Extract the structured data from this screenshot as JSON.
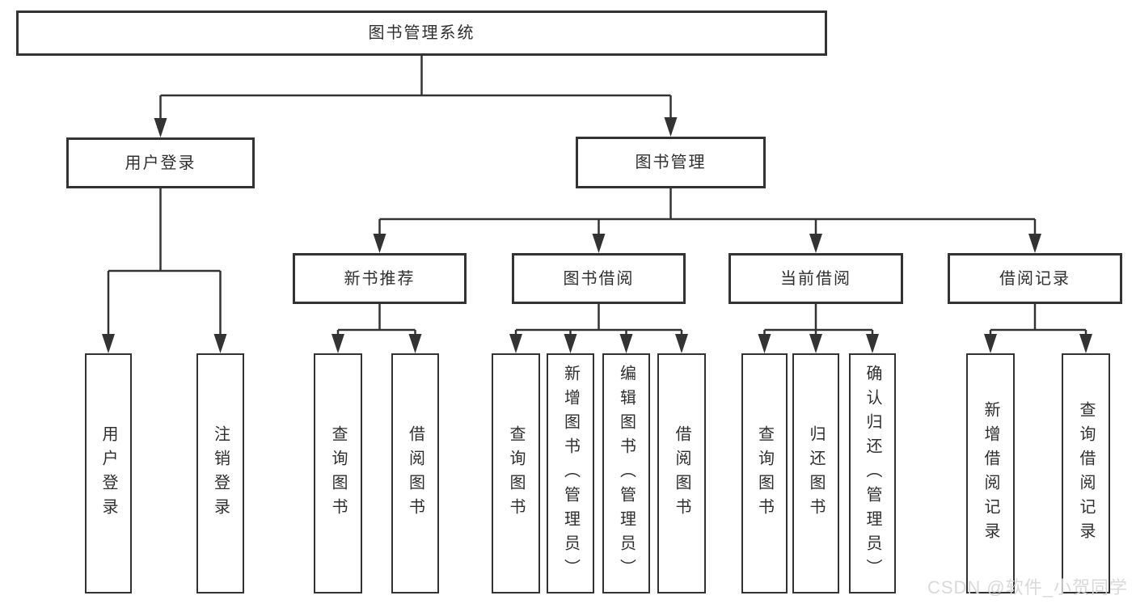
{
  "diagram": {
    "root": {
      "label": "图书管理系统"
    },
    "level2": {
      "user_login": {
        "label": "用户登录"
      },
      "book_mgmt": {
        "label": "图书管理"
      }
    },
    "level3": {
      "new_book_rec": {
        "label": "新书推荐"
      },
      "book_borrow": {
        "label": "图书借阅"
      },
      "current_borrow": {
        "label": "当前借阅"
      },
      "borrow_records": {
        "label": "借阅记录"
      }
    },
    "leaves": {
      "user_login": {
        "label": "用户登录"
      },
      "logout": {
        "label": "注销登录"
      },
      "query_books_rec": {
        "label": "查询图书"
      },
      "borrow_books_rec": {
        "label": "借阅图书"
      },
      "query_books_borrow": {
        "label": "查询图书"
      },
      "add_books_admin": {
        "label": "新增图书（管理员）"
      },
      "edit_books_admin": {
        "label": "编辑图书（管理员）"
      },
      "borrow_books_borrow": {
        "label": "借阅图书"
      },
      "query_books_current": {
        "label": "查询图书"
      },
      "return_books": {
        "label": "归还图书"
      },
      "confirm_return_admin": {
        "label": "确认归还（管理员）"
      },
      "add_borrow_record": {
        "label": "新增借阅记录"
      },
      "query_borrow_record": {
        "label": "查询借阅记录"
      }
    }
  },
  "watermark": {
    "text": "CSDN @软件_小贺同学"
  },
  "colors": {
    "line": "#333333",
    "text": "#2f2f2f",
    "background": "#ffffff",
    "watermark": "#d7d7d7"
  }
}
